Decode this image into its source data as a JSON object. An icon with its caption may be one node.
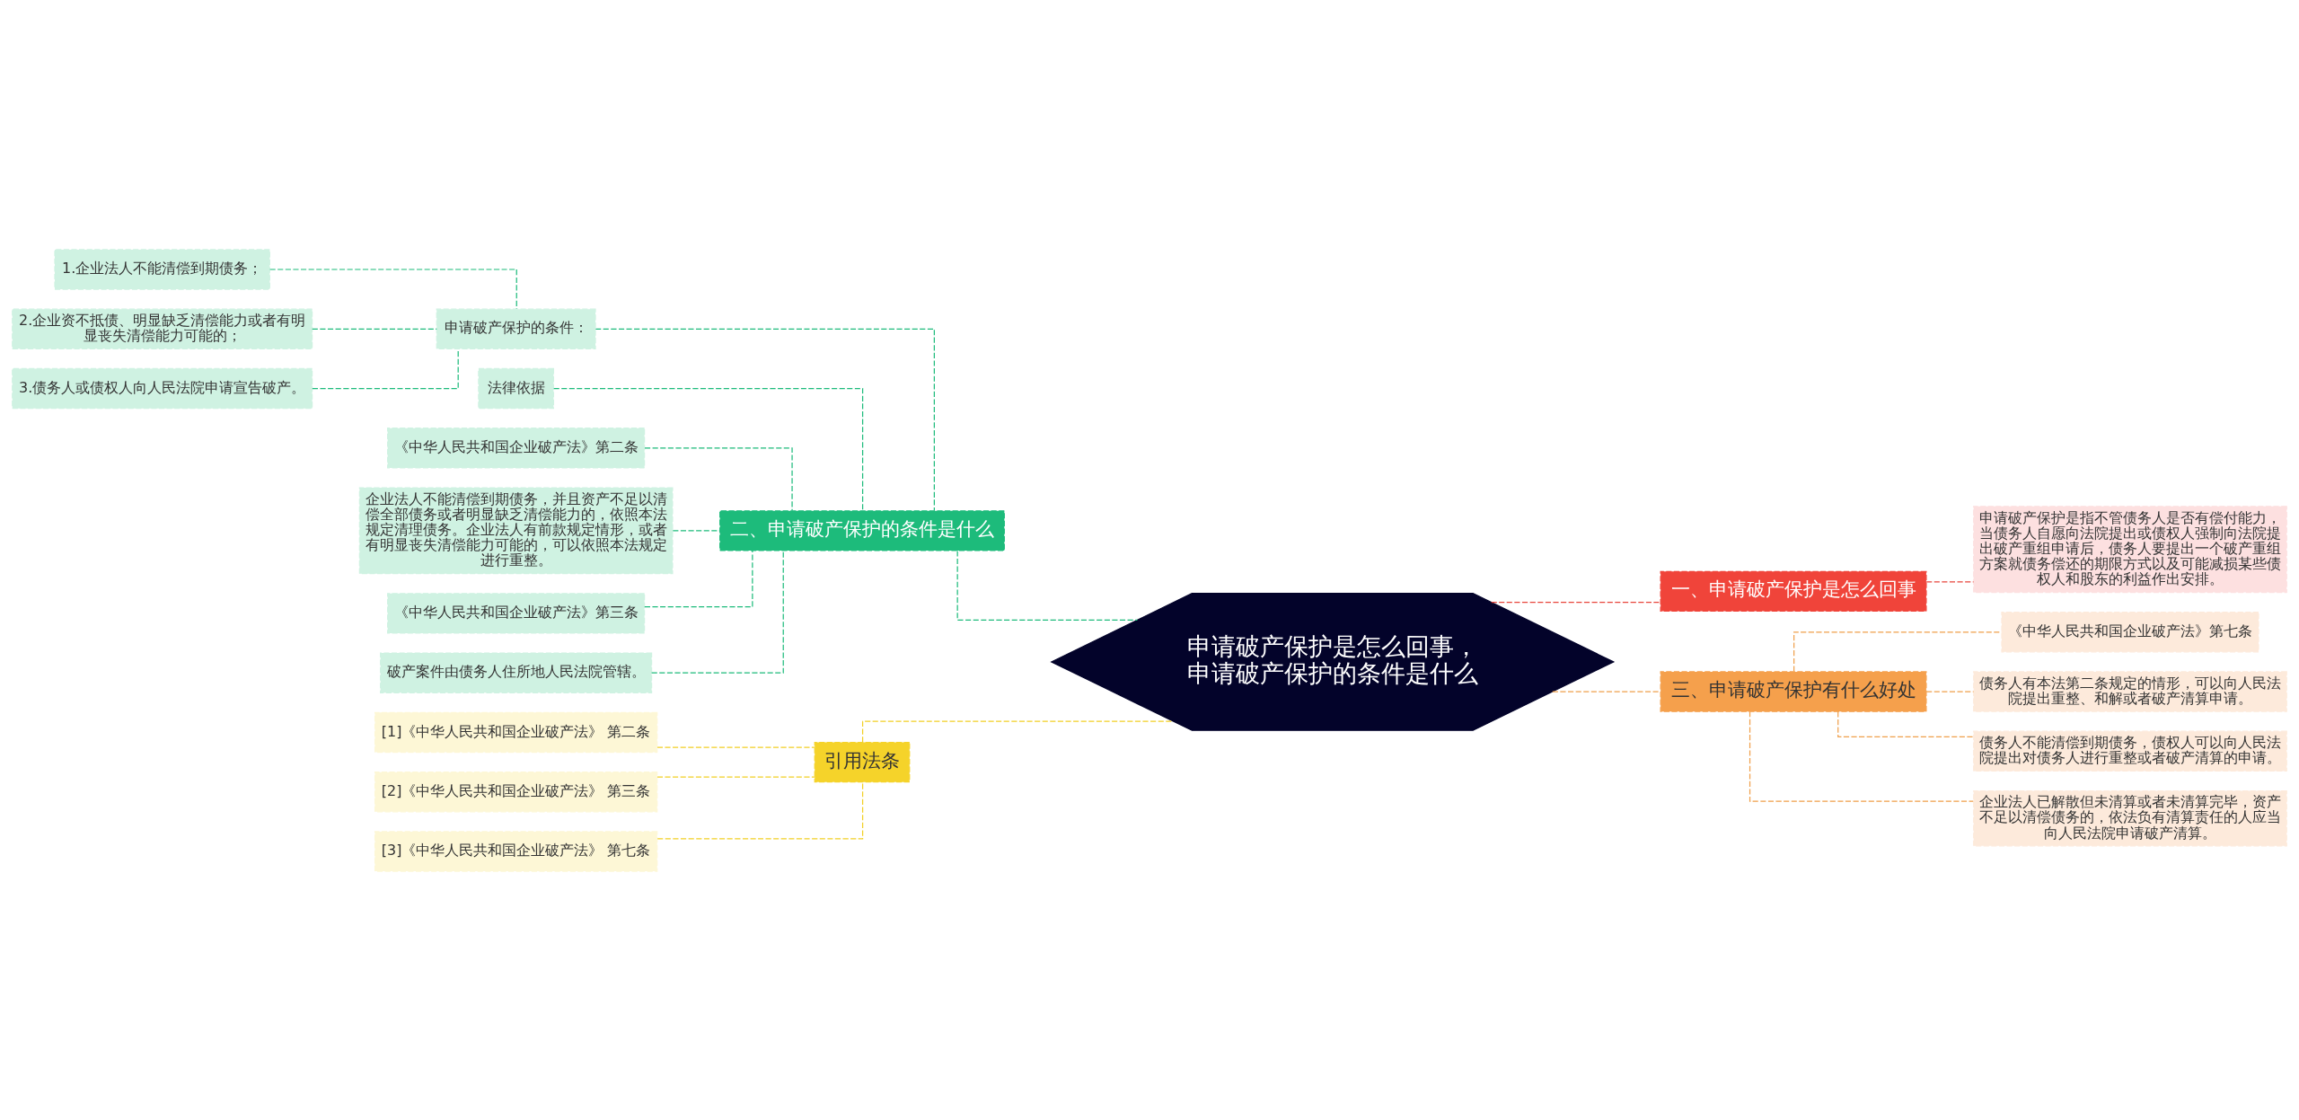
{
  "diagram": {
    "nodes": [
      {
        "text": [
          "申请破产保护是怎么回事，申请破产保护的条件是什么"
        ]
      },
      {
        "text": [
          "一、申请破产保护是怎么回事"
        ]
      },
      {
        "text": [
          "申请破产保护是指不管债务人是否有偿付能力，当债务人自愿向法院提出或债权人强制向法院提出破产重组申请后，债务人要提出一个破产重组方案就债务偿还的期限方式以及可能减损某些债权人和股东的利益作出安排。"
        ]
      },
      {
        "text": [
          "三、申请破产保护有什么好处"
        ]
      },
      {
        "text": [
          "《中华人民共和国企业破产法》第七条"
        ]
      },
      {
        "text": [
          "债务人有本法第二条规定的情形，可以向人民法院提出重整、和解或者破产清算申请。"
        ]
      },
      {
        "text": [
          "债务人不能清偿到期债务，债权人可以向人民法院提出对债务人进行重整或者破产清算的申请。"
        ]
      },
      {
        "text": [
          "企业法人已解散但未清算或者未清算完毕，资产不足以清偿债务的，依法负有清算责任的人应当向人民法院申请破产清算。"
        ]
      },
      {
        "text": [
          "二、申请破产保护的条件是什么"
        ]
      },
      {
        "text": [
          "申请破产保护的条件："
        ]
      },
      {
        "text": [
          "1.企业法人不能清偿到期债务；"
        ]
      },
      {
        "text": [
          "2.企业资不抵债、明显缺乏清偿能力或者有明显丧失清偿能力可能的；"
        ]
      },
      {
        "text": [
          "3.债务人或债权人向人民法院申请宣告破产。"
        ]
      },
      {
        "text": [
          "法律依据"
        ]
      },
      {
        "text": [
          "《中华人民共和国企业破产法》第二条"
        ]
      },
      {
        "text": [
          "企业法人不能清偿到期债务，并且资产不足以清偿全部债务或者明显缺乏清偿能力的，依照本法规定清理债务。企业法人有前款规定情形，或者有明显丧失清偿能力可能的，可以依照本法规定进行重整。"
        ]
      },
      {
        "text": [
          "《中华人民共和国企业破产法》第三条"
        ]
      },
      {
        "text": [
          "破产案件由债务人住所地人民法院管辖。"
        ]
      },
      {
        "text": [
          "引用法条"
        ]
      },
      {
        "text": [
          "[1]《中华人民共和国企业破产法》 第二条"
        ]
      },
      {
        "text": [
          "[2]《中华人民共和国企业破产法》 第三条"
        ]
      },
      {
        "text": [
          "[3]《中华人民共和国企业破产法》 第七条"
        ]
      }
    ],
    "edges": [
      {
        "from": 0,
        "to": 1,
        "arrow": "none",
        "style": "dashed",
        "color": "#e8453c"
      },
      {
        "from": 1,
        "to": 2,
        "arrow": "none",
        "style": "dashed",
        "color": "#e8453c"
      },
      {
        "from": 0,
        "to": 3,
        "arrow": "none",
        "style": "dashed",
        "color": "#f0a04b"
      },
      {
        "from": 3,
        "to": 4,
        "arrow": "none",
        "style": "dashed",
        "color": "#f0a04b"
      },
      {
        "from": 3,
        "to": 5,
        "arrow": "none",
        "style": "dashed",
        "color": "#f0a04b"
      },
      {
        "from": 3,
        "to": 6,
        "arrow": "none",
        "style": "dashed",
        "color": "#f0a04b"
      },
      {
        "from": 3,
        "to": 7,
        "arrow": "none",
        "style": "dashed",
        "color": "#f0a04b"
      },
      {
        "from": 0,
        "to": 8,
        "arrow": "none",
        "style": "dashed",
        "color": "#1dbb7b"
      },
      {
        "from": 8,
        "to": 9,
        "arrow": "none",
        "style": "dashed",
        "color": "#1dbb7b"
      },
      {
        "from": 9,
        "to": 10,
        "arrow": "none",
        "style": "dashed",
        "color": "#1dbb7b"
      },
      {
        "from": 9,
        "to": 11,
        "arrow": "none",
        "style": "dashed",
        "color": "#1dbb7b"
      },
      {
        "from": 9,
        "to": 12,
        "arrow": "none",
        "style": "dashed",
        "color": "#1dbb7b"
      },
      {
        "from": 8,
        "to": 13,
        "arrow": "none",
        "style": "dashed",
        "color": "#1dbb7b"
      },
      {
        "from": 8,
        "to": 14,
        "arrow": "none",
        "style": "dashed",
        "color": "#1dbb7b"
      },
      {
        "from": 8,
        "to": 15,
        "arrow": "none",
        "style": "dashed",
        "color": "#1dbb7b"
      },
      {
        "from": 8,
        "to": 16,
        "arrow": "none",
        "style": "dashed",
        "color": "#1dbb7b"
      },
      {
        "from": 8,
        "to": 17,
        "arrow": "none",
        "style": "dashed",
        "color": "#1dbb7b"
      },
      {
        "from": 0,
        "to": 18,
        "arrow": "none",
        "style": "dashed",
        "color": "#f2d024"
      },
      {
        "from": 18,
        "to": 19,
        "arrow": "none",
        "style": "dashed",
        "color": "#f2d024"
      },
      {
        "from": 18,
        "to": 20,
        "arrow": "none",
        "style": "dashed",
        "color": "#f2d024"
      },
      {
        "from": 18,
        "to": 21,
        "arrow": "none",
        "style": "dashed",
        "color": "#f2d024"
      }
    ]
  }
}
